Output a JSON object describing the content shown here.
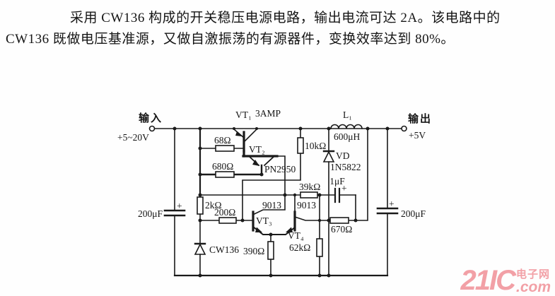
{
  "description": {
    "line1": "采用 CW136 构成的开关稳压电源电路，输出电流可达 2A。该电路中的",
    "line2": "CW136 既做电压基准源，又做自激振荡的有源器件，变换效率达到 80%。"
  },
  "circuit": {
    "input": {
      "label": "输入",
      "voltage": "+5~20V"
    },
    "output": {
      "label": "输出",
      "voltage": "+5V"
    },
    "labels": {
      "vt1": "VT₁",
      "vt1_part": "3AMP",
      "vt2": "VT₂",
      "vt2_part": "PN2950",
      "vt3": "VT₃",
      "vt4": "VT₄",
      "q_left": "9013",
      "q_right": "9013",
      "r68": "68Ω",
      "r680": "680Ω",
      "r10k": "10kΩ",
      "r39k": "39kΩ",
      "r2k": "2kΩ",
      "r200": "200Ω",
      "r390": "390Ω",
      "r62k": "62kΩ",
      "r670": "670Ω",
      "c_in": "200μF",
      "c_out": "200μF",
      "c_fb": "1μF",
      "l1": "L₁",
      "l1_value": "600μH",
      "vd": "VD",
      "vd_part": "1N5822",
      "cw": "CW136",
      "plus": "+"
    },
    "ink_color": "#1a1a1a"
  },
  "watermark": {
    "brand": "21IC",
    "cn": "电子网",
    "com": ".com",
    "color": "#f2a0a6"
  }
}
